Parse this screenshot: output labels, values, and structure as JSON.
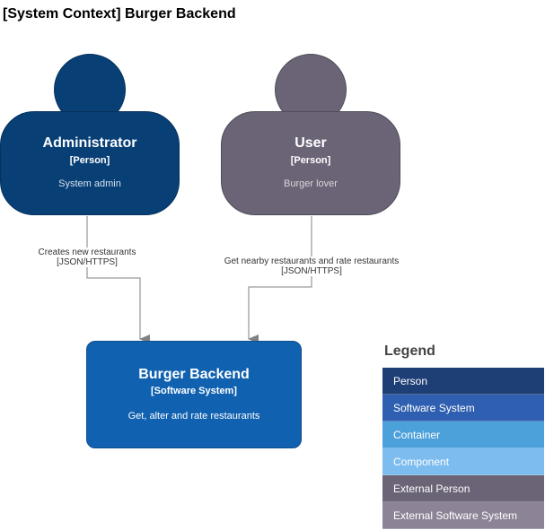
{
  "title": "[System Context] Burger Backend",
  "colors": {
    "admin_fill": "#083f75",
    "admin_stroke": "#06315c",
    "user_fill": "#6b6477",
    "user_stroke": "#4d4d57",
    "system_fill": "#1061b0",
    "system_stroke": "#0d5091",
    "edge": "#828282",
    "desc_admin": "#d6e4f0",
    "desc_user": "#d8d6dc"
  },
  "persons": [
    {
      "name": "Administrator",
      "kind": "[Person]",
      "description": "System admin"
    },
    {
      "name": "User",
      "kind": "[Person]",
      "description": "Burger lover"
    }
  ],
  "system": {
    "name": "Burger Backend",
    "kind": "[Software System]",
    "description": "Get, alter and rate restaurants"
  },
  "relationships": [
    {
      "label": "Creates new restaurants",
      "technology": "[JSON/HTTPS]"
    },
    {
      "label": "Get nearby restaurants and rate restaurants",
      "technology": "[JSON/HTTPS]"
    }
  ],
  "legend": {
    "title": "Legend",
    "items": [
      {
        "label": "Person",
        "color": "#1e3f75"
      },
      {
        "label": "Software System",
        "color": "#2e5fb0"
      },
      {
        "label": "Container",
        "color": "#4da1da"
      },
      {
        "label": "Component",
        "color": "#7cbcef"
      },
      {
        "label": "External Person",
        "color": "#6b6477"
      },
      {
        "label": "External Software System",
        "color": "#8c8496"
      }
    ]
  }
}
